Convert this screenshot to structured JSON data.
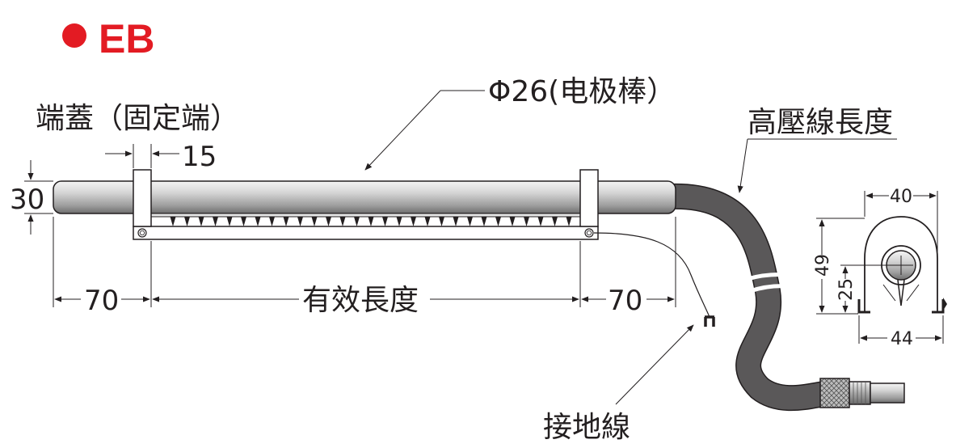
{
  "title": {
    "text": "EB",
    "color": "#e31b23"
  },
  "labels": {
    "end_cap": "端蓋（固定端）",
    "cap_width": "15",
    "electrode": "Φ26(电极棒）",
    "hv_cable_length": "高壓線長度",
    "bar_height": "30",
    "left_offset": "70",
    "effective_length": "有效長度",
    "right_offset": "70",
    "ground_wire": "接地線"
  },
  "section_view": {
    "width_top": "40",
    "height_total": "49",
    "center_height": "25",
    "width_base": "44"
  },
  "colors": {
    "accent": "#e31b23",
    "ink": "#231f20",
    "cable": "#5a5859",
    "rod_mid": "#bdbdbd"
  }
}
